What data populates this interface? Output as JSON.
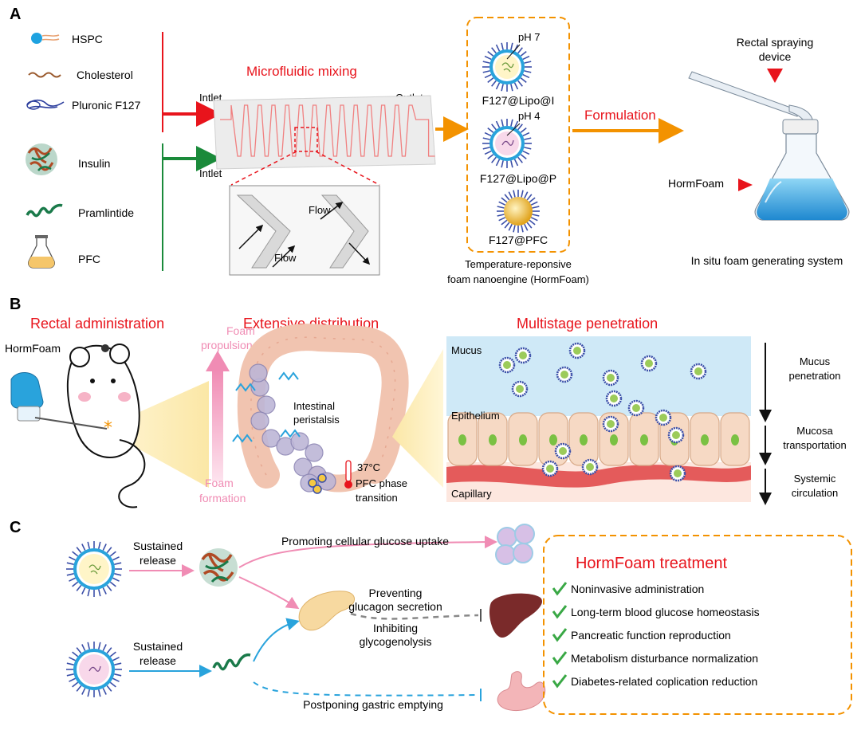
{
  "panelA": {
    "label": "A",
    "ingredients": [
      "HSPC",
      "Cholesterol",
      "Pluronic F127",
      "Insulin",
      "Pramlintide",
      "PFC"
    ],
    "intlet_top": "Intlet",
    "intlet_bottom": "Intlet",
    "outlet": "Outlet",
    "mixing_title": "Microfluidic mixing",
    "flow1": "Flow",
    "flow2": "Flow",
    "ph7": "pH 7",
    "ph4": "pH 4",
    "np1": "F127@Lipo@I",
    "np2": "F127@Lipo@P",
    "np3": "F127@PFC",
    "engine_line1": "Temperature-reponsive",
    "engine_line2": "foam nanoengine (HormFoam)",
    "formulation": "Formulation",
    "device_line1": "Rectal spraying",
    "device_line2": "device",
    "hormfoam": "HormFoam",
    "system": "In situ foam generating system"
  },
  "panelB": {
    "label": "B",
    "rectal": "Rectal administration",
    "hormfoam": "HormFoam",
    "foam_prop1": "Foam",
    "foam_prop2": "propulsion",
    "foam_form1": "Foam",
    "foam_form2": "formation",
    "extensive": "Extensive distribution",
    "peristalsis1": "Intestinal",
    "peristalsis2": "peristalsis",
    "temp": "37°C",
    "pfc1": "PFC phase",
    "pfc2": "transition",
    "multistage": "Multistage penetration",
    "mucus": "Mucus",
    "epithelium": "Epithelium",
    "capillary": "Capillary",
    "step1a": "Mucus",
    "step1b": "penetration",
    "step2a": "Mucosa",
    "step2b": "transportation",
    "step3a": "Systemic",
    "step3b": "circulation"
  },
  "panelC": {
    "label": "C",
    "sustained1a": "Sustained",
    "sustained1b": "release",
    "sustained2a": "Sustained",
    "sustained2b": "release",
    "glucose_uptake": "Promoting cellular glucose uptake",
    "glucagon1": "Preventing",
    "glucagon2": "glucagon secretion",
    "glyco1": "Inhibiting",
    "glyco2": "glycogenolysis",
    "gastric": "Postponing gastric emptying",
    "treatment_title": "HormFoam treatment",
    "treatments": [
      "Noninvasive administration",
      "Long-term blood glucose homeostasis",
      "Pancreatic function reproduction",
      "Metabolism disturbance normalization",
      "Diabetes-related coplication reduction"
    ]
  },
  "colors": {
    "red": "#e8141c",
    "orange": "#f39200",
    "green": "#1a8a3a",
    "pink": "#f08cb4",
    "blue": "#29a3dc"
  }
}
